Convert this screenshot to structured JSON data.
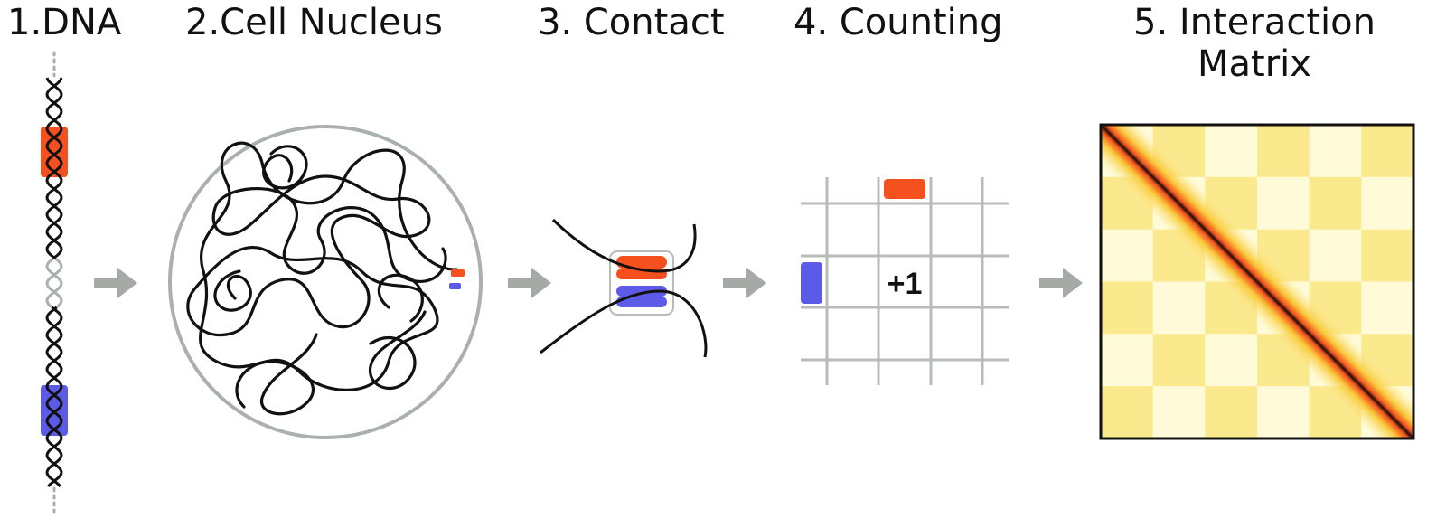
{
  "steps": [
    {
      "title": "1.DNA"
    },
    {
      "title": "2.Cell Nucleus"
    },
    {
      "title": "3. Contact"
    },
    {
      "title": "4. Counting"
    },
    {
      "title": "5. Interaction",
      "title_line2": "Matrix"
    }
  ],
  "counting": {
    "count_label": "+1"
  },
  "colors": {
    "locus_a": "#f4511e",
    "locus_b": "#5b5be8",
    "strand": "#111111",
    "muted": "#aab0ac",
    "arrow": "#a5aaa6",
    "grid": "#b8bcb9",
    "matrix_light": "#fffbd8",
    "matrix_mid": "#fbe98e",
    "matrix_hot": "#f4511e"
  },
  "matrix": {
    "blocks": 6,
    "pattern": [
      [
        0,
        1,
        0,
        1,
        0,
        1
      ],
      [
        1,
        0,
        1,
        0,
        1,
        0
      ],
      [
        0,
        1,
        0,
        1,
        0,
        1
      ],
      [
        1,
        0,
        1,
        0,
        1,
        0
      ],
      [
        0,
        1,
        0,
        1,
        0,
        1
      ],
      [
        1,
        0,
        1,
        0,
        1,
        0
      ]
    ]
  }
}
